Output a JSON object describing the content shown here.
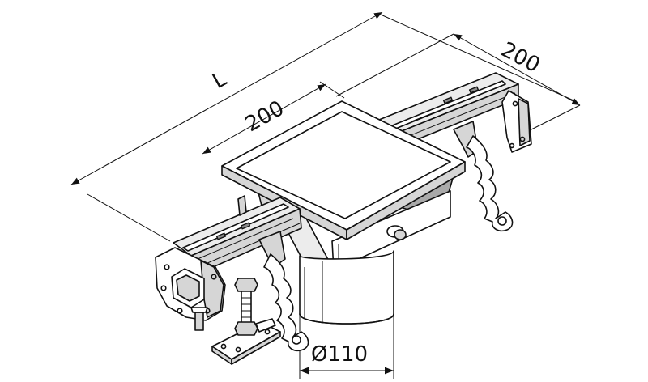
{
  "dimensions": {
    "length_label": "L",
    "frame_width_label": "200",
    "frame_depth_label": "200",
    "outlet_diameter_label": "Ø110"
  }
}
